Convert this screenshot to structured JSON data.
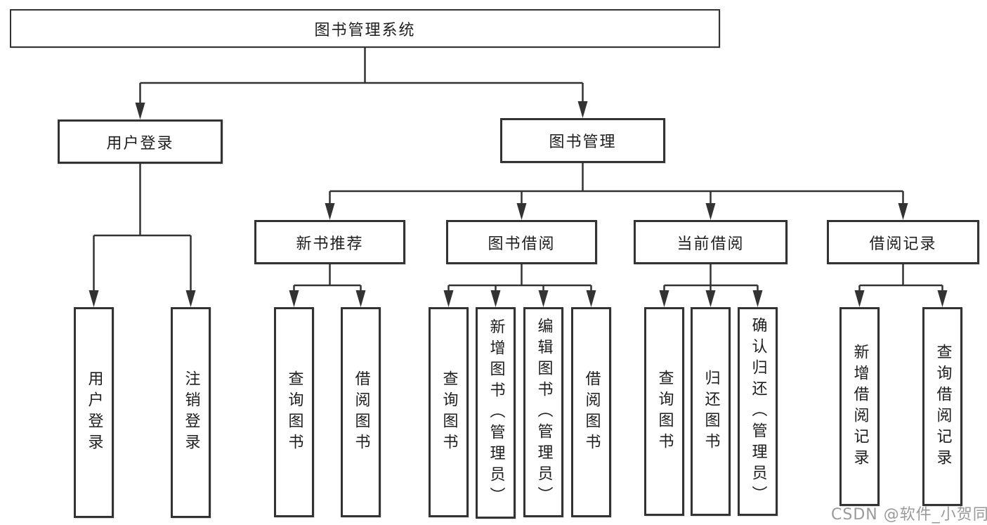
{
  "diagram": {
    "root": {
      "label": "图书管理系统"
    },
    "branches": [
      {
        "label": "用户登录",
        "children": [
          {
            "label": "用户登录"
          },
          {
            "label": "注销登录"
          }
        ]
      },
      {
        "label": "图书管理",
        "children": [
          {
            "label": "新书推荐",
            "children": [
              {
                "label": "查询图书"
              },
              {
                "label": "借阅图书"
              }
            ]
          },
          {
            "label": "图书借阅",
            "children": [
              {
                "label": "查询图书"
              },
              {
                "label": "新增图书（管理员）"
              },
              {
                "label": "编辑图书（管理员）"
              },
              {
                "label": "借阅图书"
              }
            ]
          },
          {
            "label": "当前借阅",
            "children": [
              {
                "label": "查询图书"
              },
              {
                "label": "归还图书"
              },
              {
                "label": "确认归还（管理员）"
              }
            ]
          },
          {
            "label": "借阅记录",
            "children": [
              {
                "label": "新增借阅记录"
              },
              {
                "label": "查询借阅记录"
              }
            ]
          }
        ]
      }
    ]
  },
  "watermark": {
    "text": "CSDN @软件_小贺同学"
  },
  "colors": {
    "line": "#333333",
    "box_border": "#333333",
    "text": "#1e1e1e",
    "watermark": "#9a9a9a",
    "background": "#ffffff"
  }
}
